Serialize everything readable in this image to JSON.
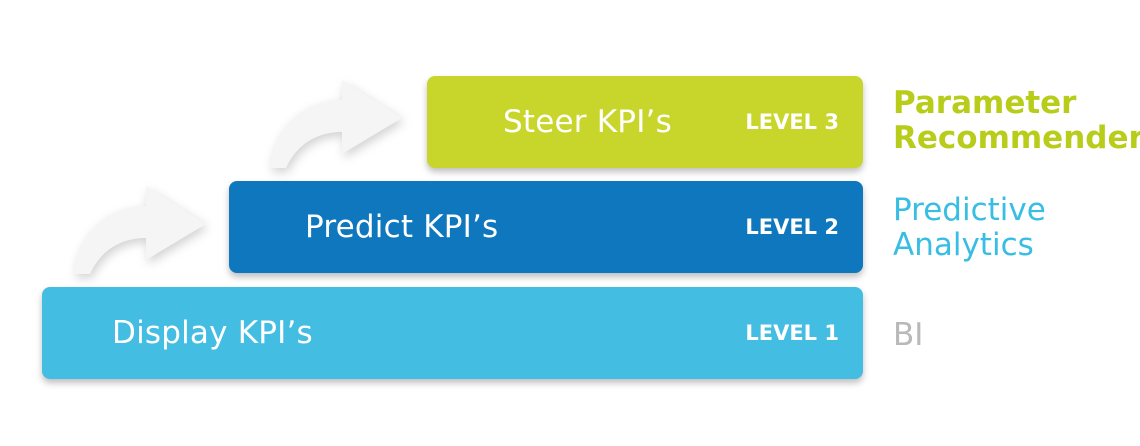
{
  "levels": [
    {
      "title": "Steer KPI’s",
      "level": "LEVEL 3",
      "label_lines": [
        "Parameter",
        "Recommender"
      ],
      "bar_color": "#c8d62c",
      "label_color": "#b8cc1a"
    },
    {
      "title": "Predict KPI’s",
      "level": "LEVEL 2",
      "label_lines": [
        "Predictive",
        "Analytics"
      ],
      "bar_color": "#0f77bd",
      "label_color": "#38bde3"
    },
    {
      "title": "Display KPI’s",
      "level": "LEVEL 1",
      "label_lines": [
        "BI"
      ],
      "bar_color": "#44bde3",
      "label_color": "#b9b9b9"
    }
  ],
  "arrow_color": "#f4f4f4",
  "arrow_icon": "curved-arrow-icon"
}
